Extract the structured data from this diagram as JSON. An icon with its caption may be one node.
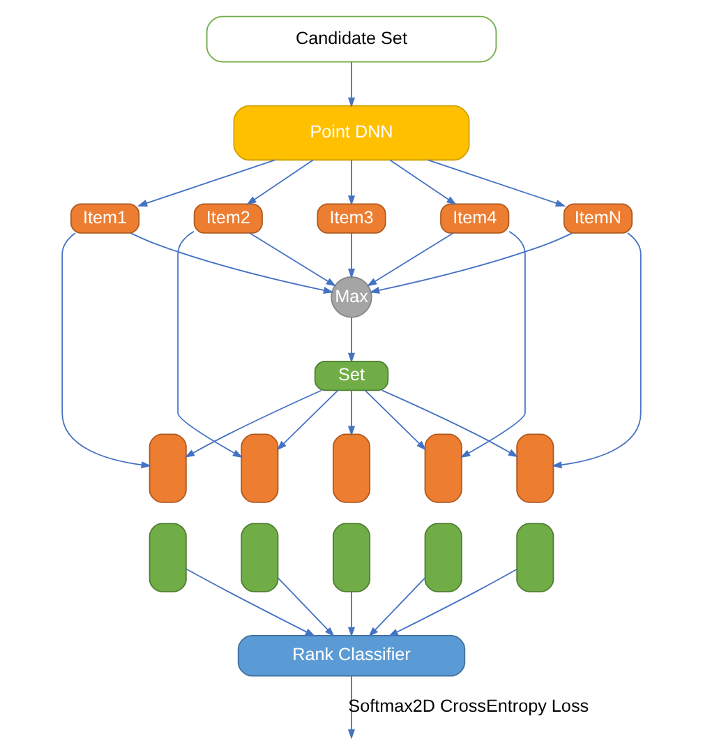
{
  "diagram": {
    "nodes": [
      {
        "text": [
          "Candidate Set"
        ]
      },
      {
        "text": [
          "Point DNN"
        ]
      },
      {
        "text": [
          "Item1"
        ]
      },
      {
        "text": [
          "Item2"
        ]
      },
      {
        "text": [
          "Item3"
        ]
      },
      {
        "text": [
          "Item4"
        ]
      },
      {
        "text": [
          "ItemN"
        ]
      },
      {
        "text": [
          "Max"
        ]
      },
      {
        "text": [
          "Set"
        ]
      },
      {
        "text": [],
        "shape": "box"
      },
      {
        "text": [],
        "shape": "box"
      },
      {
        "text": [],
        "shape": "box"
      },
      {
        "text": [],
        "shape": "box"
      },
      {
        "text": [],
        "shape": "box"
      },
      {
        "text": [],
        "shape": "box"
      },
      {
        "text": [],
        "shape": "box"
      },
      {
        "text": [],
        "shape": "box"
      },
      {
        "text": [],
        "shape": "box"
      },
      {
        "text": [],
        "shape": "box"
      },
      {
        "text": [
          "Rank Classifier"
        ]
      }
    ],
    "edges": [
      {
        "from": 0,
        "to": 1,
        "arrow": "to"
      },
      {
        "from": 1,
        "to": 2,
        "arrow": "to"
      },
      {
        "from": 1,
        "to": 3,
        "arrow": "to"
      },
      {
        "from": 1,
        "to": 4,
        "arrow": "to"
      },
      {
        "from": 1,
        "to": 5,
        "arrow": "to"
      },
      {
        "from": 1,
        "to": 6,
        "arrow": "to"
      },
      {
        "from": 2,
        "to": 7,
        "arrow": "to"
      },
      {
        "from": 3,
        "to": 7,
        "arrow": "to"
      },
      {
        "from": 4,
        "to": 7,
        "arrow": "to"
      },
      {
        "from": 5,
        "to": 7,
        "arrow": "to"
      },
      {
        "from": 6,
        "to": 7,
        "arrow": "to"
      },
      {
        "from": 7,
        "to": 8,
        "arrow": "to"
      },
      {
        "from": 2,
        "to": 9,
        "arrow": "to"
      },
      {
        "from": 3,
        "to": 10,
        "arrow": "to"
      },
      {
        "from": 5,
        "to": 12,
        "arrow": "to"
      },
      {
        "from": 6,
        "to": 13,
        "arrow": "to"
      },
      {
        "from": 8,
        "to": 9,
        "arrow": "to"
      },
      {
        "from": 8,
        "to": 10,
        "arrow": "to"
      },
      {
        "from": 8,
        "to": 11,
        "arrow": "to"
      },
      {
        "from": 8,
        "to": 12,
        "arrow": "to"
      },
      {
        "from": 8,
        "to": 13,
        "arrow": "to"
      },
      {
        "from": 14,
        "to": 19,
        "arrow": "to"
      },
      {
        "from": 15,
        "to": 19,
        "arrow": "to"
      },
      {
        "from": 16,
        "to": 19,
        "arrow": "to"
      },
      {
        "from": 17,
        "to": 19,
        "arrow": "to"
      },
      {
        "from": 18,
        "to": 19,
        "arrow": "to"
      },
      {
        "from": 19,
        "to": null,
        "arrow": "to",
        "label": "Softmax2D CrossEntropy Loss"
      }
    ]
  }
}
